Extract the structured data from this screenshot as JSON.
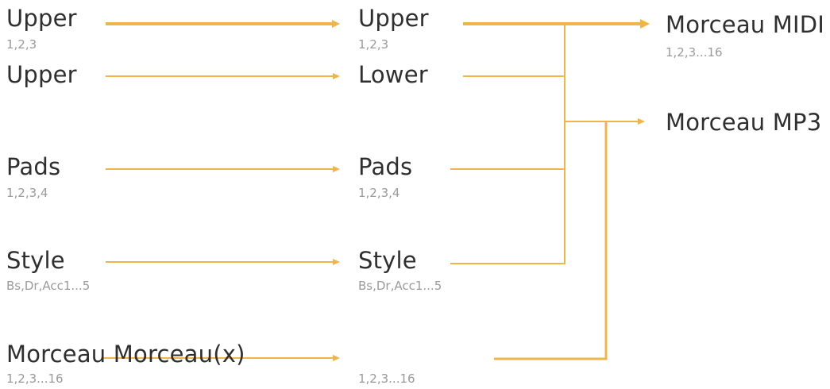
{
  "colors": {
    "line": "#f0b448",
    "label": "#2f2f2f",
    "sublabel": "#9a9a9a",
    "background": "#ffffff"
  },
  "left": {
    "upper1": {
      "label": "Upper",
      "sub": "1,2,3"
    },
    "upper2": {
      "label": "Upper"
    },
    "pads": {
      "label": "Pads",
      "sub": "1,2,3,4"
    },
    "style": {
      "label": "Style",
      "sub": "Bs,Dr,Acc1...5"
    },
    "morceau": {
      "label": "Morceau Morceau(x)",
      "sub": "1,2,3...16"
    }
  },
  "middle": {
    "upper": {
      "label": "Upper",
      "sub": "1,2,3"
    },
    "lower": {
      "label": "Lower"
    },
    "pads": {
      "label": "Pads",
      "sub": "1,2,3,4"
    },
    "style": {
      "label": "Style",
      "sub": "Bs,Dr,Acc1...5"
    },
    "morceau": {
      "sub": "1,2,3...16"
    }
  },
  "right": {
    "midi": {
      "label": "Morceau MIDI",
      "sub": "1,2,3...16"
    },
    "mp3": {
      "label": "Morceau MP3"
    }
  }
}
